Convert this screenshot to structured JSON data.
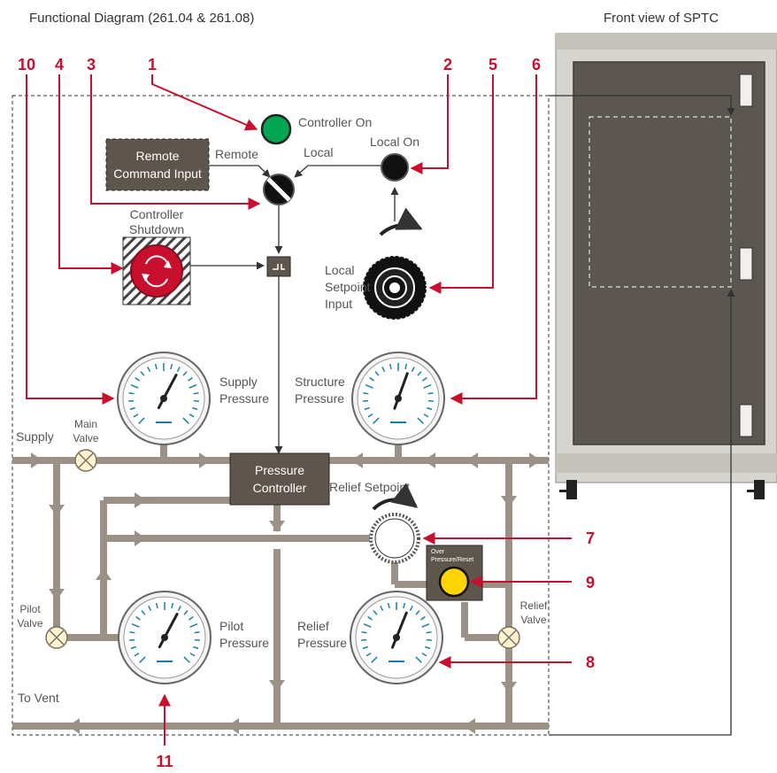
{
  "titles": {
    "diagram": "Functional Diagram (261.04 & 261.08)",
    "front_view": "Front view of SPTC"
  },
  "labels": {
    "controller_on": "Controller On",
    "local_on": "Local On",
    "remote_command_1": "Remote",
    "remote_command_2": "Command Input",
    "remote": "Remote",
    "local": "Local",
    "controller_shutdown_1": "Controller",
    "controller_shutdown_2": "Shutdown",
    "local_setpoint_1": "Local",
    "local_setpoint_2": "Setpoint",
    "local_setpoint_3": "Input",
    "supply_pressure_1": "Supply",
    "supply_pressure_2": "Pressure",
    "structure_pressure_1": "Structure",
    "structure_pressure_2": "Pressure",
    "supply": "Supply",
    "main_valve_1": "Main",
    "main_valve_2": "Valve",
    "pressure_controller_1": "Pressure",
    "pressure_controller_2": "Controller",
    "relief_setpoint": "Relief Setpoint",
    "over_pressure_reset_1": "Over",
    "over_pressure_reset_2": "Pressure/Reset",
    "pilot_valve_1": "Pilot",
    "pilot_valve_2": "Valve",
    "pilot_pressure_1": "Pilot",
    "pilot_pressure_2": "Pressure",
    "relief_pressure_1": "Relief",
    "relief_pressure_2": "Pressure",
    "relief_valve_1": "Relief",
    "relief_valve_2": "Valve",
    "to_vent": "To Vent"
  },
  "callouts": [
    "10",
    "4",
    "3",
    "1",
    "2",
    "5",
    "6",
    "7",
    "9",
    "8",
    "11"
  ],
  "colors": {
    "callout_red": "#c8102e",
    "pipe": "#9c9186",
    "box": "#5e564c",
    "indicator_green": "#00a651",
    "indicator_yellow": "#ffd400",
    "estop_red": "#c8102e",
    "gauge_needle": "#1a7fa8",
    "cabinet_outer": "#d6d4cf",
    "cabinet_panel": "#5b5650"
  }
}
